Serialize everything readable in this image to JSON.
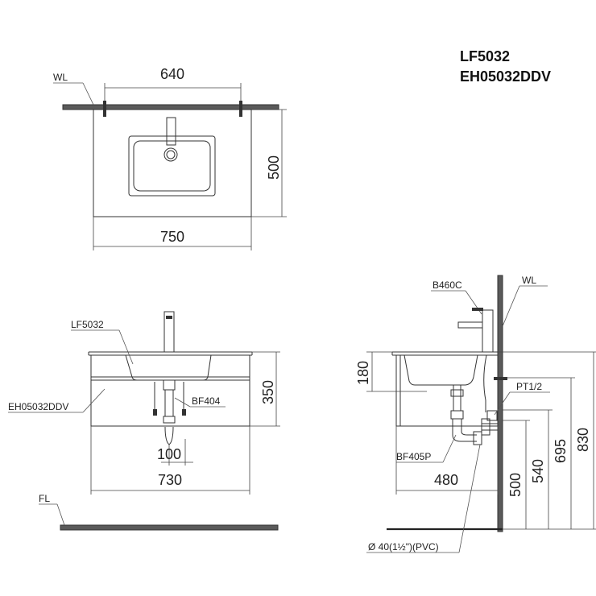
{
  "models": {
    "lavatory": "LF5032",
    "cabinet": "EH05032DDV"
  },
  "top_view": {
    "wall_label": "WL",
    "width_inner": "640",
    "depth": "500",
    "width_total": "750"
  },
  "front_view": {
    "lavatory_label": "LF5032",
    "cabinet_label": "EH05032DDV",
    "drain_label": "BF404",
    "height": "350",
    "drain_offset": "100",
    "width": "730",
    "floor_label": "FL"
  },
  "side_view": {
    "faucet_label": "B460C",
    "wall_label": "WL",
    "basin_height": "180",
    "valve_label": "PT1/2",
    "trap_label": "BF405P",
    "depth": "480",
    "h_500": "500",
    "h_540": "540",
    "h_695": "695",
    "h_830": "830",
    "pipe_label": "Ø  40(1½\")(PVC)"
  }
}
